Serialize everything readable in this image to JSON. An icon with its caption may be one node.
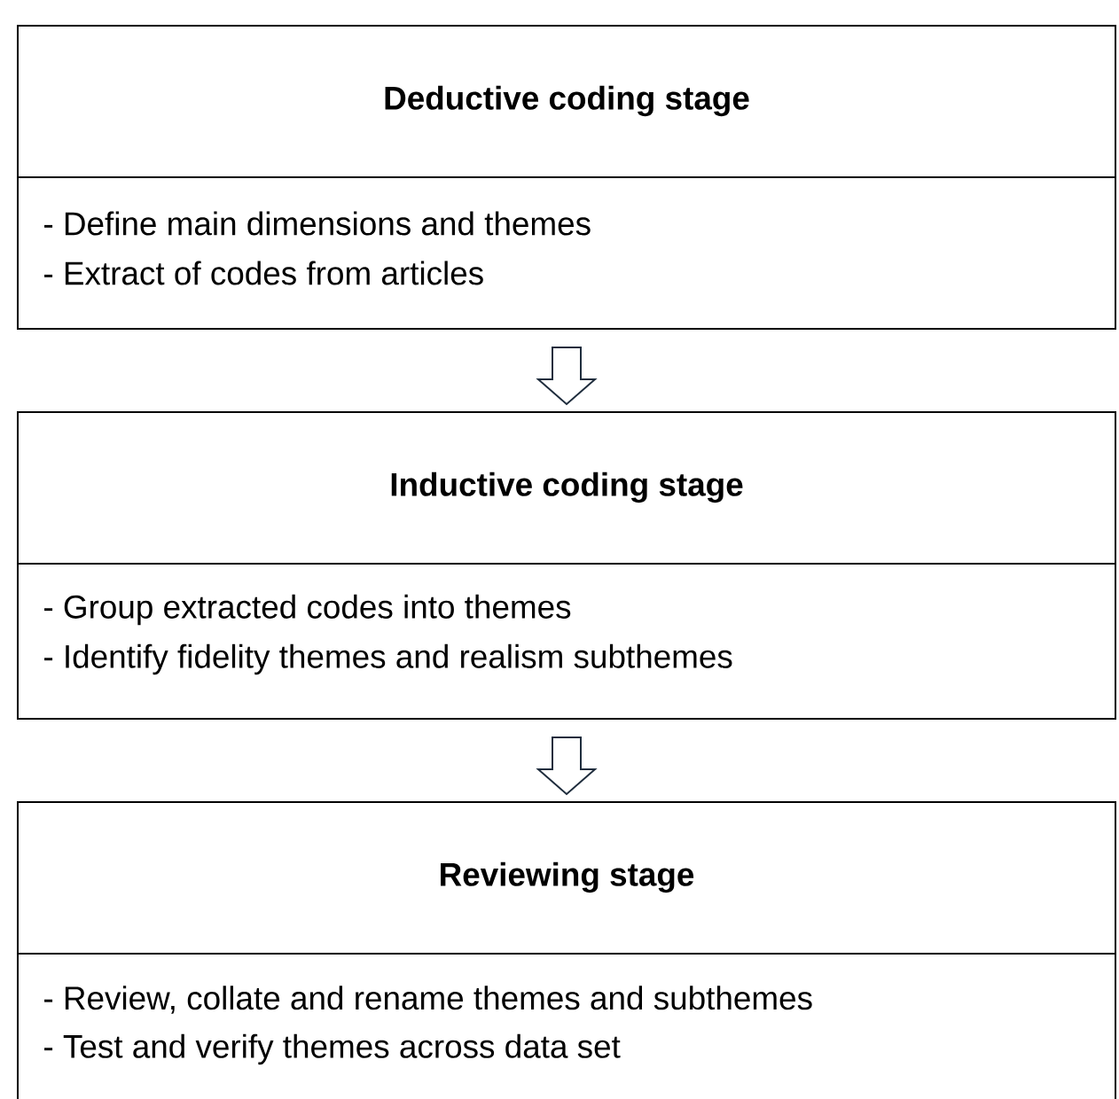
{
  "diagram": {
    "nodes": [
      {
        "text": [
          "Deductive coding stage",
          "- Define main dimensions and themes",
          "- Extract of codes from articles"
        ]
      },
      {
        "text": [
          "Inductive coding stage",
          "- Group extracted codes into themes",
          "- Identify fidelity themes and realism subthemes"
        ]
      },
      {
        "text": [
          "Reviewing stage",
          "- Review, collate and rename themes and subthemes",
          "- Test and verify themes across data set"
        ]
      }
    ],
    "edges": [
      {
        "from": 0,
        "to": 1,
        "arrow": "to"
      },
      {
        "from": 1,
        "to": 2,
        "arrow": "to"
      }
    ]
  }
}
